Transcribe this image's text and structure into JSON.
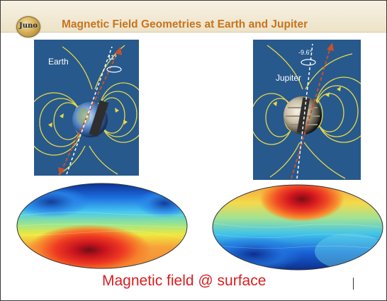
{
  "slide": {
    "logo_text": "Juno",
    "title": "Magnetic Field Geometries at Earth and Jupiter",
    "caption": "Magnetic field @ surface"
  },
  "earth_panel": {
    "label": "Earth",
    "tilt_label": "11°"
  },
  "jupiter_panel": {
    "label": "Jupiter",
    "tilt_label": "-9.6°"
  },
  "colors": {
    "title": "#c8741e",
    "caption": "#d81e1e",
    "panel_bg": "#27598c",
    "field_lines": "#e8d84a",
    "axis_arrow": "#c8502a"
  }
}
